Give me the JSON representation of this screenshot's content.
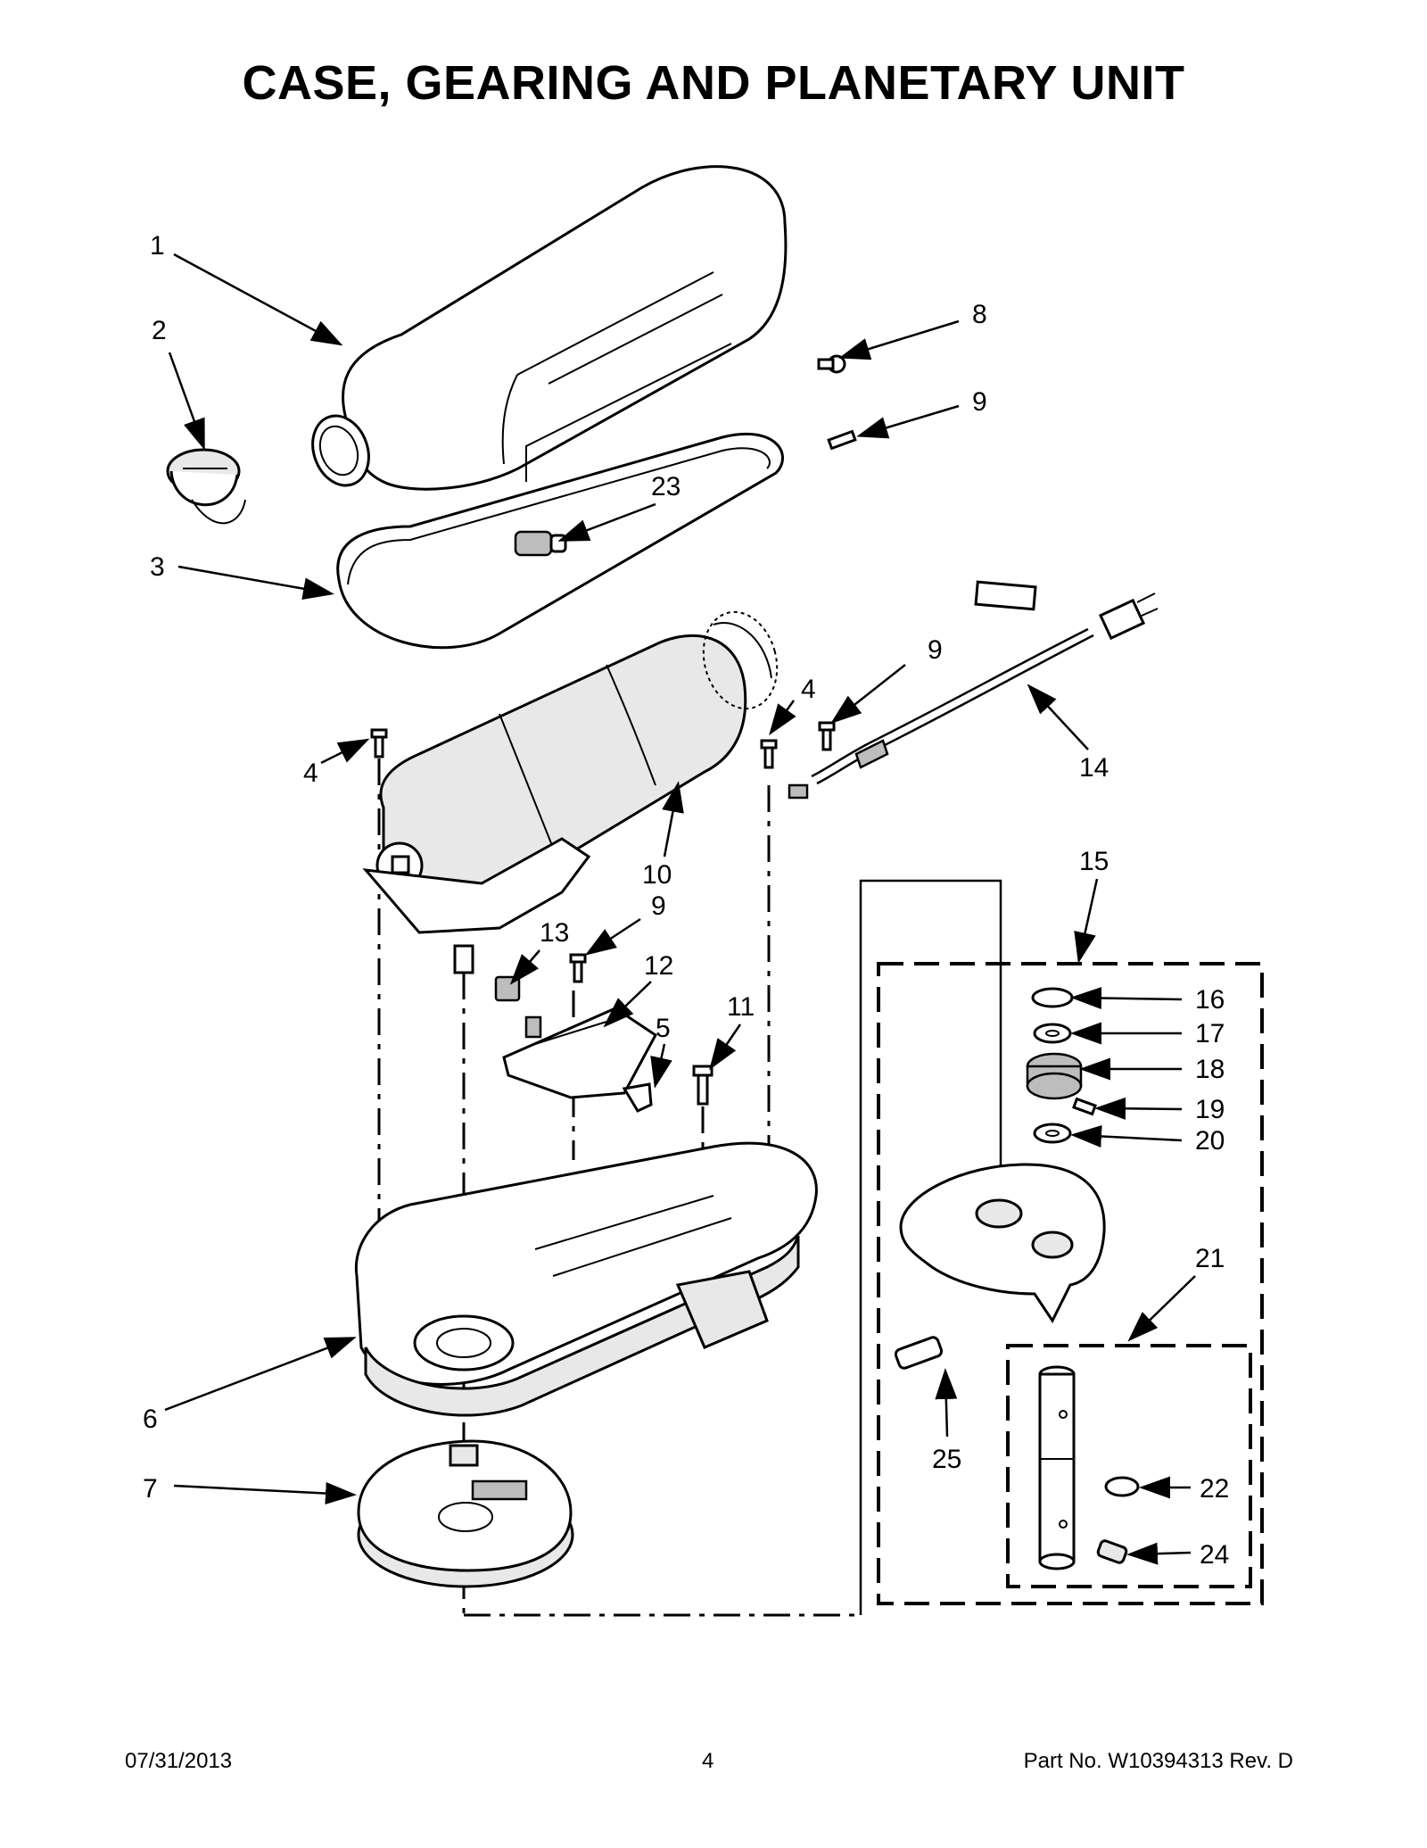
{
  "title": "CASE, GEARING AND PLANETARY UNIT",
  "callouts": {
    "c1": "1",
    "c2": "2",
    "c3": "3",
    "c4a": "4",
    "c4b": "4",
    "c5": "5",
    "c6": "6",
    "c7": "7",
    "c8": "8",
    "c9a": "9",
    "c9b": "9",
    "c9c": "9",
    "c10": "10",
    "c11": "11",
    "c12": "12",
    "c13": "13",
    "c14": "14",
    "c15": "15",
    "c16": "16",
    "c17": "17",
    "c18": "18",
    "c19": "19",
    "c20": "20",
    "c21": "21",
    "c22": "22",
    "c23": "23",
    "c24": "24",
    "c25": "25"
  },
  "footer": {
    "date": "07/31/2013",
    "page": "4",
    "part_no": "Part No.  W10394313  Rev.  D"
  }
}
